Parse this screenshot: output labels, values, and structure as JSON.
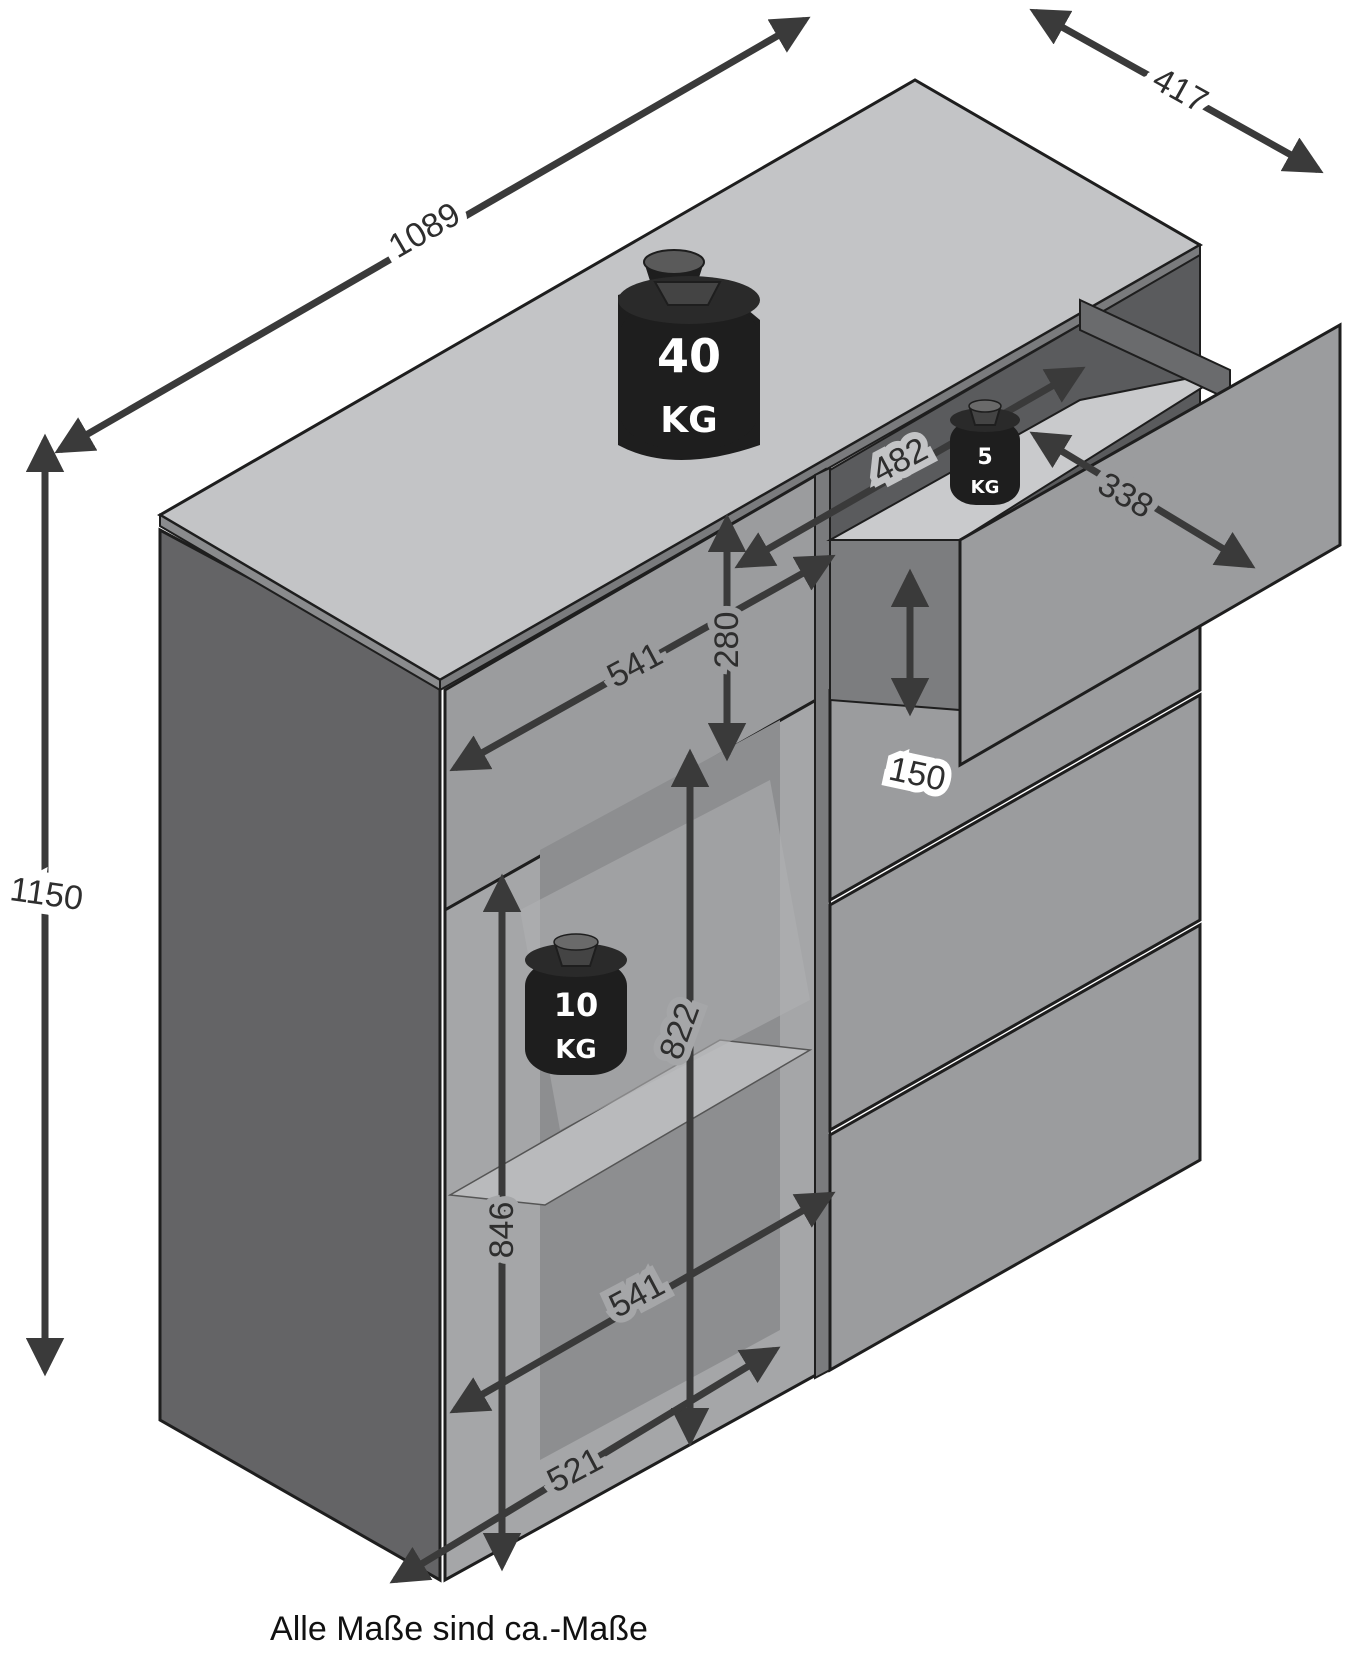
{
  "dimensions": {
    "width": "1089",
    "depth": "417",
    "height": "1150",
    "top_compartment_width": "541",
    "top_compartment_height": "280",
    "drawer_inner_width": "482",
    "drawer_inner_depth": "338",
    "drawer_height": "150",
    "door_height": "822",
    "open_compartment_height": "846",
    "open_compartment_width": "541",
    "open_compartment_inner_width": "521"
  },
  "load_limits": {
    "top": {
      "value": "40",
      "unit": "KG"
    },
    "drawer": {
      "value": "5",
      "unit": "KG"
    },
    "shelf": {
      "value": "10",
      "unit": "KG"
    }
  },
  "caption": "Alle Maße sind ca.-Maße",
  "colors": {
    "side_panel": "#646466",
    "top_surface": "#c3c4c6",
    "front": "#9b9c9e",
    "weight_icon": "#1e1e1e",
    "arrow": "#3a3a3a"
  }
}
